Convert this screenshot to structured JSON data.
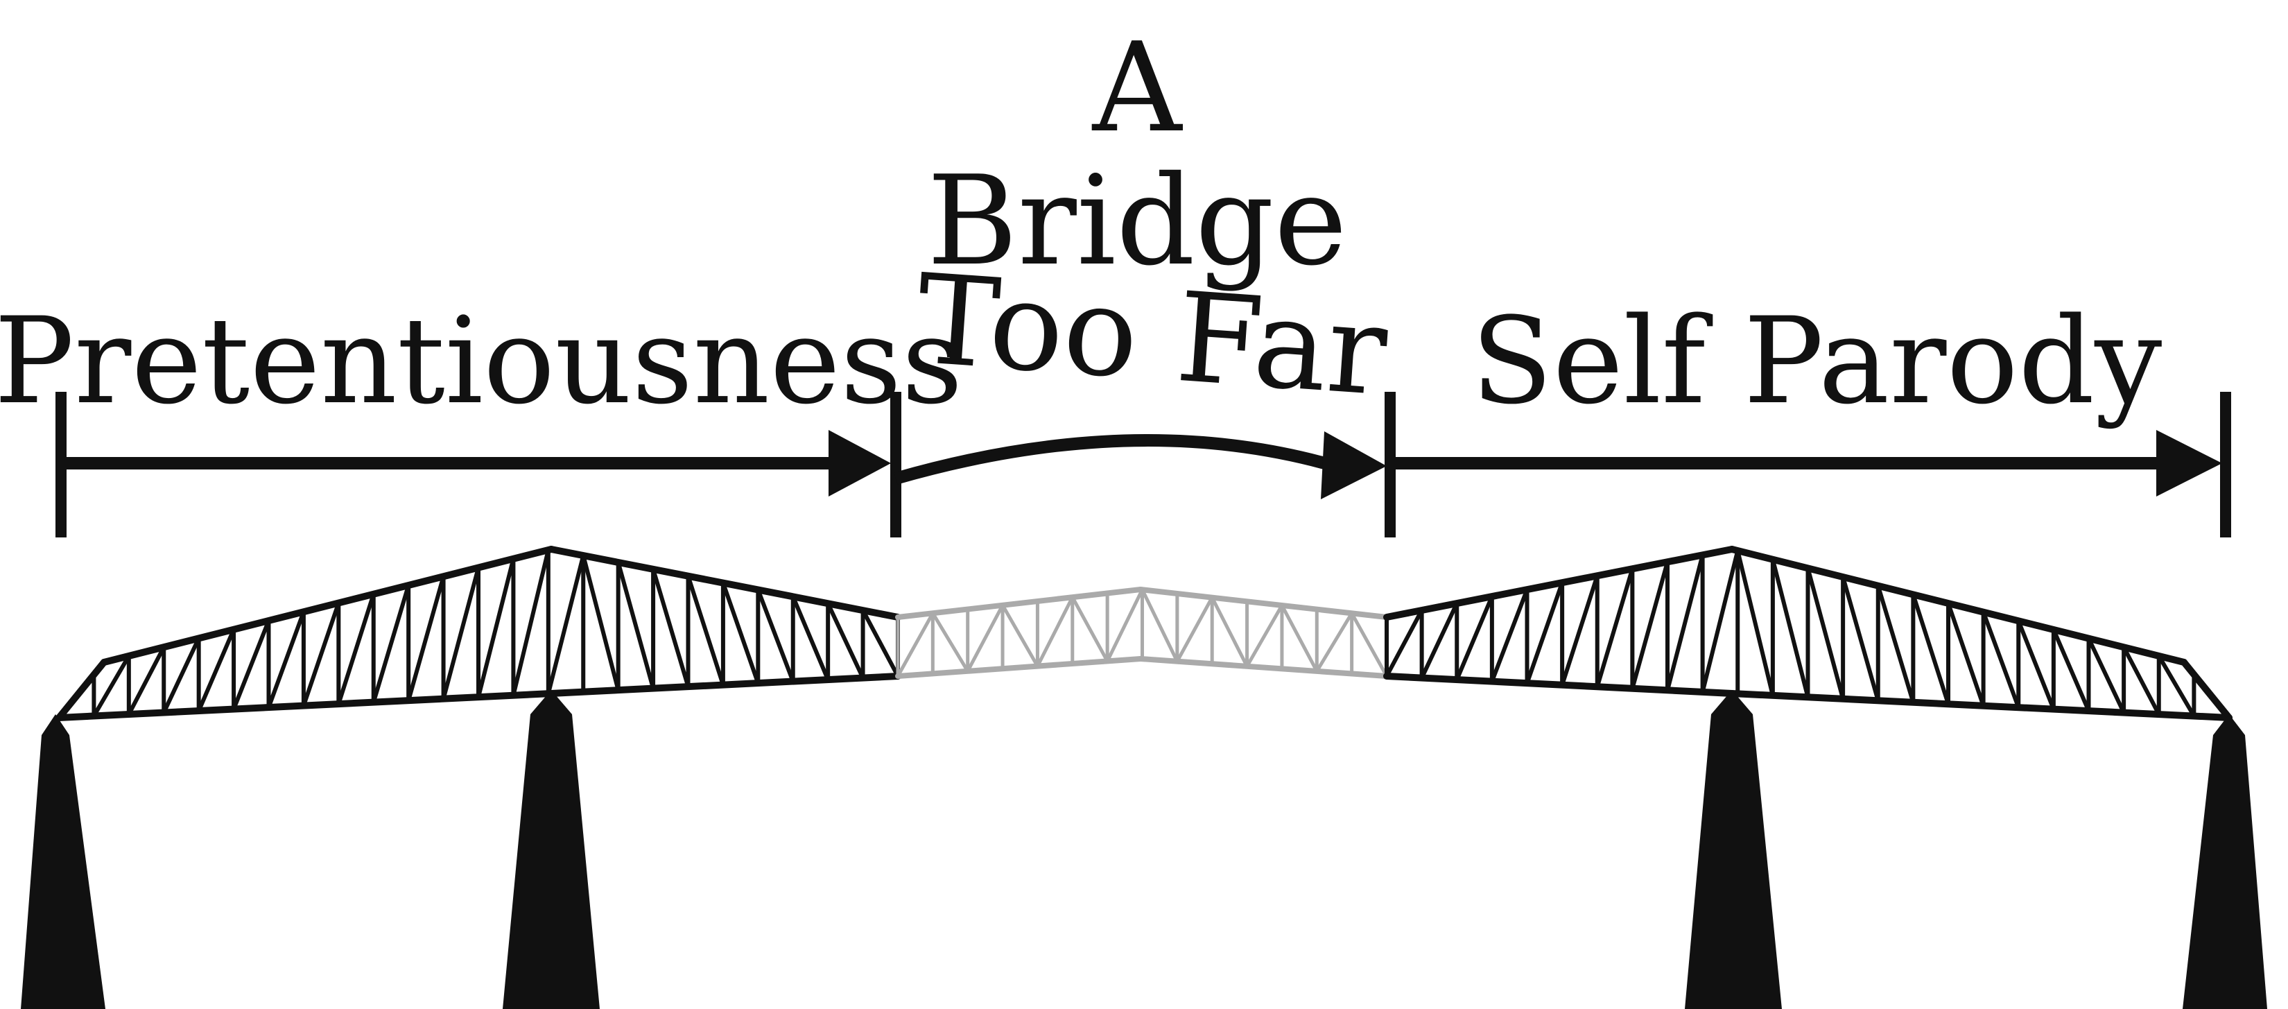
{
  "labels": {
    "left_section": "Pretentiousness",
    "middle_line1": "A",
    "middle_line2": "Bridge",
    "middle_line3": "Too Far",
    "right_section": "Self Parody"
  },
  "colors": {
    "ink": "#111111",
    "faded_span": "#aaaaaa",
    "background": "#ffffff"
  }
}
